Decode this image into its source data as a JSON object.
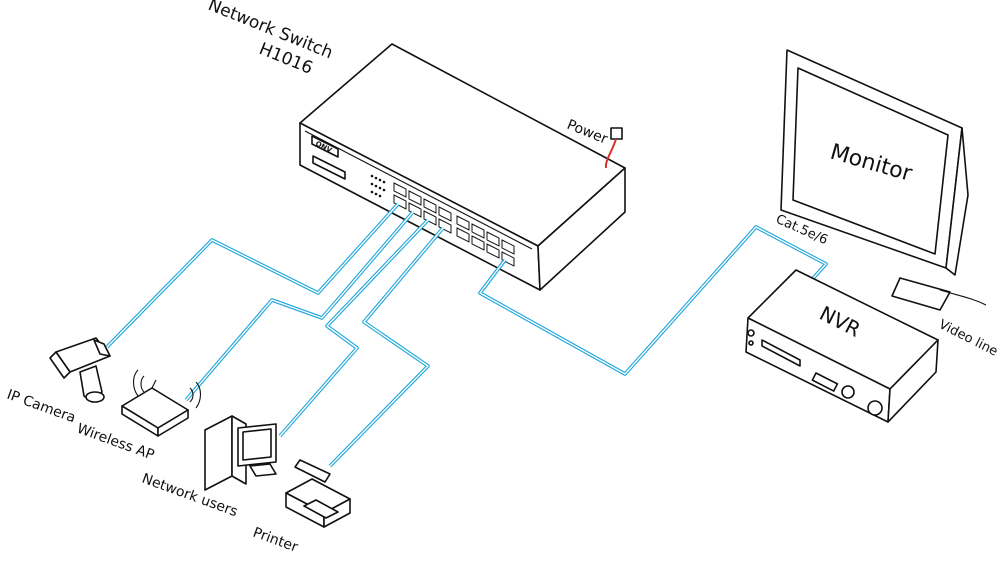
{
  "switch": {
    "title_line1": "Network Switch",
    "title_line2": "H1016",
    "power_label": "Power",
    "brand": "ONV"
  },
  "monitor": {
    "label": "Monitor"
  },
  "nvr": {
    "label": "NVR"
  },
  "cables": {
    "cat_label": "Cat.5e/6",
    "video_label": "Video line"
  },
  "devices": {
    "ip_camera": "IP Camera",
    "wireless_ap": "Wireless AP",
    "network_users": "Network users",
    "printer": "Printer"
  },
  "colors": {
    "cable": "#1ba6d9",
    "power_cable": "#d9302b",
    "outline": "#111111"
  }
}
